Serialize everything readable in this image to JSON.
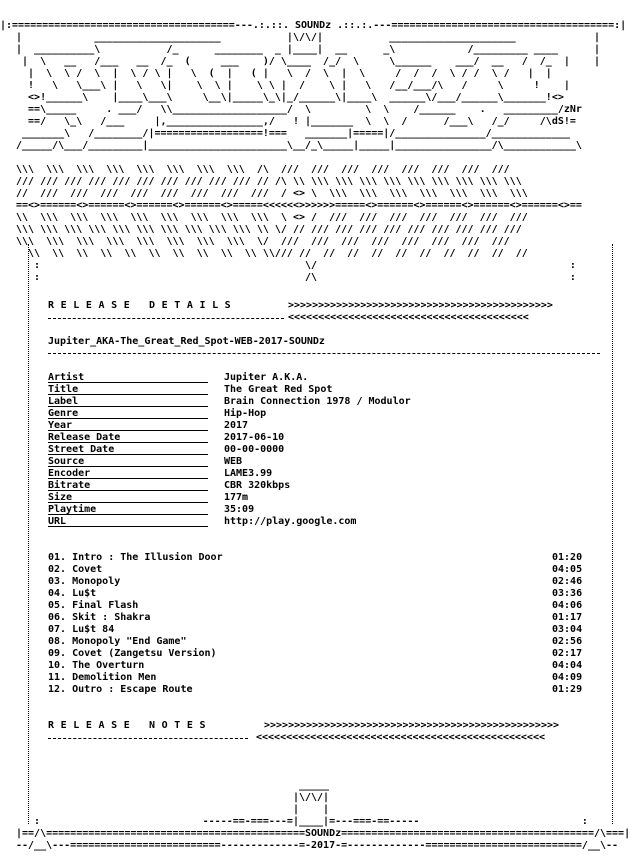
{
  "header": {
    "top_line": "|:=====================================---.:.::. SOUNDz .::.:.---=====================================:|",
    "logo_lines": [
      "|            _____________________           |\\/\\/|           _____________________             |",
      "|  __________\\           /_      ________  _ |____|  __      _\\            /_________ ____      |",
      " |  \\   __   /___   __  /_  (     ___    )/ \\____  /_/  \\     \\______    ___/  __   /  /_  |    |",
      "  |  \\  \\ /  \\  |  \\ / \\ |   \\  (  |   ( |   \\  /  \\  |  \\     /  /  /  \\ / /  \\ /   |  |  ",
      "  !   \\   \\___\\ |   \\   \\|    \\  \\ |    \\ \\ |  /    \\ |   \\   /__/___/\\   /     \\     !    |",
      "  <>!______\\    |____\\___\\     \\__\\|_____\\_\\|_/______\\|____\\  ______\\/___/______\\_______!<>",
      "  ==\\_____     . ___/   \\\\___________________/  \\         \\  \\    /______    .   _________/zNr",
      "  ==/   \\_\\   /___     |,________________,/   ! |_______  \\  \\  /      /___\\   /_/     /\\dS!=",
      " _______\\   /________/|==================!===   _______|=====|/_______________/_____________",
      "/_____/\\___/_________|_______________________\\__/_\\_____|_____|________________/\\____________\\"
    ],
    "zigzag_lines": [
      "\\\\\\  \\\\\\  \\\\\\  \\\\\\  \\\\\\  \\\\\\  \\\\\\  \\\\\\  /\\  ///  ///  ///  ///  ///  ///  ///  ///",
      "/// /// /// /// /// /// /// /// /// /// // /\\ \\\\ \\\\\\ \\\\\\ \\\\\\ \\\\\\ \\\\\\ \\\\\\ \\\\\\ \\\\\\ \\\\\\",
      "//  ///  ///  ///  ///  ///  ///  ///  ///  / <> \\  \\\\\\  \\\\\\  \\\\\\  \\\\\\  \\\\\\  \\\\\\  \\\\\\",
      "==<>======<>======<>======<>======<>=====<<<<<<>>>>>>=====<>======<>======<>======<>======<>==",
      "\\\\  \\\\\\  \\\\\\  \\\\\\  \\\\\\  \\\\\\  \\\\\\  \\\\\\  \\\\\\  \\ <> /  ///  ///  ///  ///  ///  ///  ///",
      "\\\\\\ \\\\\\ \\\\\\ \\\\\\ \\\\\\ \\\\\\ \\\\\\ \\\\\\ \\\\\\ \\\\\\ \\\\ \\/ // /// /// /// /// /// /// /// /// ///",
      "\\\\\\  \\\\\\  \\\\\\  \\\\\\  \\\\\\  \\\\\\  \\\\\\  \\\\\\  \\/  ///  ///  ///  ///  ///  ///  ///  ///",
      "  \\\\  \\\\  \\\\  \\\\  \\\\  \\\\  \\\\  \\\\  \\\\  \\\\ \\\\/// //  //  //  //  //  //  //  //  //  //",
      "   :                                            \\/                                          :",
      "   :                                            /\\                                          :"
    ]
  },
  "release_details": {
    "heading": "RELEASE DETAILS",
    "arrows_right": ">>>>>>>>>>>>>>>>>>>>>>>>>>>>>>>>>>>>>>>>>>>>",
    "arrows_left": "<<<<<<<<<<<<<<<<<<<<<<<<<<<<<<<<<<<<<<<<",
    "release_name": "Jupiter_AKA-The_Great_Red_Spot-WEB-2017-SOUNDz",
    "fields": [
      {
        "label": "Artist",
        "value": "Jupiter A.K.A."
      },
      {
        "label": "Title",
        "value": "The Great Red Spot"
      },
      {
        "label": "Label",
        "value": "Brain Connection 1978 / Modulor"
      },
      {
        "label": "Genre",
        "value": "Hip-Hop"
      },
      {
        "label": "Year",
        "value": "2017"
      },
      {
        "label": "Release Date",
        "value": "2017-06-10"
      },
      {
        "label": "Street Date",
        "value": "00-00-0000"
      },
      {
        "label": "Source",
        "value": "WEB"
      },
      {
        "label": "Encoder",
        "value": "LAME3.99"
      },
      {
        "label": "Bitrate",
        "value": "CBR 320kbps"
      },
      {
        "label": "Size",
        "value": "177m"
      },
      {
        "label": "Playtime",
        "value": "35:09"
      },
      {
        "label": "URL",
        "value": "http://play.google.com"
      }
    ]
  },
  "tracklist": [
    {
      "title": "01. Intro : The Illusion Door",
      "duration": "01:20"
    },
    {
      "title": "02. Covet",
      "duration": "04:05"
    },
    {
      "title": "03. Monopoly",
      "duration": "02:46"
    },
    {
      "title": "04. Lu$t",
      "duration": "03:36"
    },
    {
      "title": "05. Final Flash",
      "duration": "04:06"
    },
    {
      "title": "06. Skit : Shakra",
      "duration": "01:17"
    },
    {
      "title": "07. Lu$t 84",
      "duration": "03:04"
    },
    {
      "title": "08. Monopoly \"End Game\"",
      "duration": "02:56"
    },
    {
      "title": "09. Covet (Zangetsu Version)",
      "duration": "02:17"
    },
    {
      "title": "10. The Overturn",
      "duration": "04:04"
    },
    {
      "title": "11. Demolition Men",
      "duration": "04:09"
    },
    {
      "title": "12. Outro : Escape Route",
      "duration": "01:29"
    }
  ],
  "release_notes": {
    "heading": "RELEASE NOTES",
    "arrows_right": ">>>>>>>>>>>>>>>>>>>>>>>>>>>>>>>>>>>>>>>>>>>>>>>>>",
    "arrows_left": "<<<<<<<<<<<<<<<<<<<<<<<<<<<<<<<<<<<<<<<<<<<<<<<<"
  },
  "footer": {
    "crown_lines": [
      "                                               _____",
      "                                              |\\/\\/|",
      "                                              |    |",
      "   :                           -----==-===---=|____|=---===-==-----                           :"
    ],
    "bottom_lines": [
      "|==/\\===========================================SOUNDz==========================================/\\===|",
      "--/__\\---=========================-------------=-2017-=-------------==========================/__\\--"
    ]
  }
}
